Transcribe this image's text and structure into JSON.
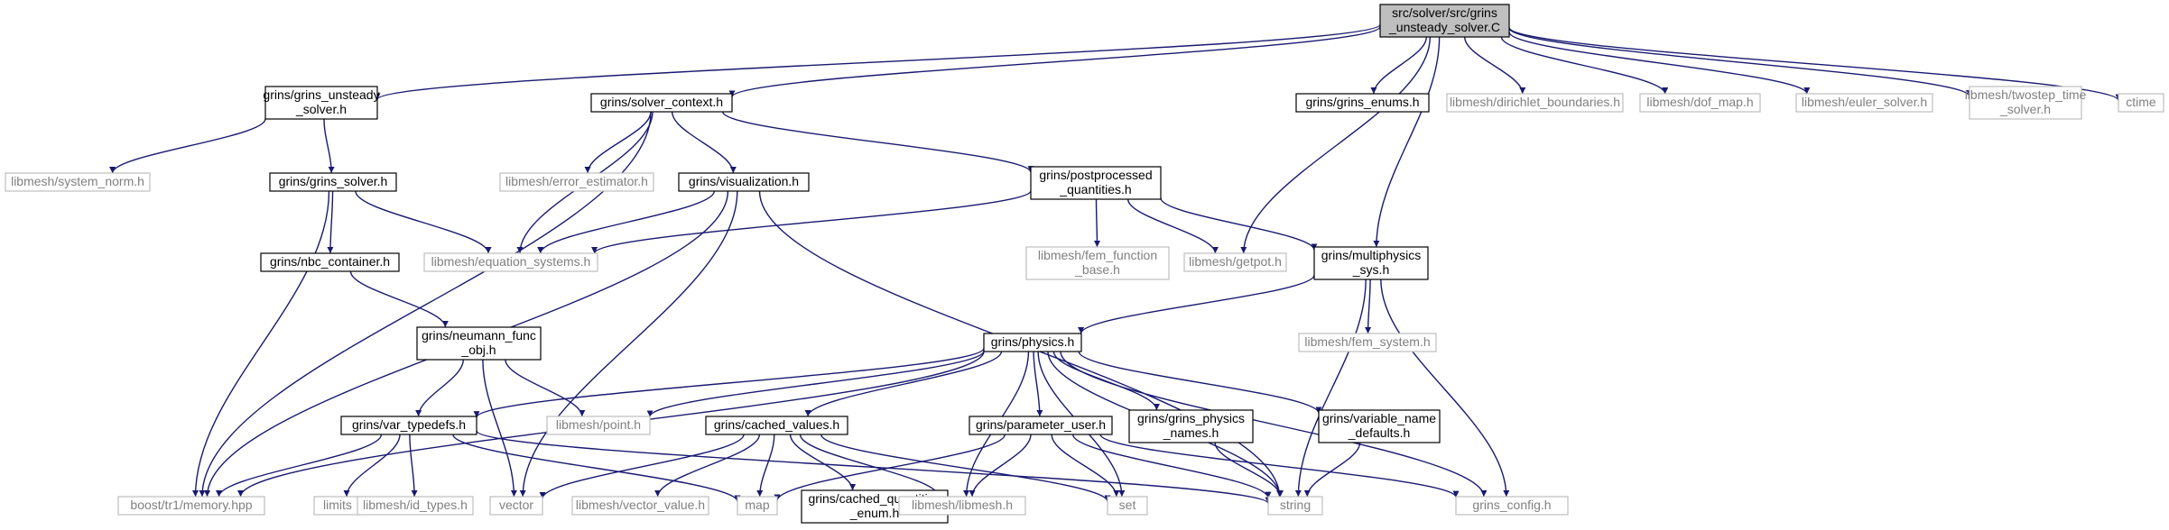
{
  "colors": {
    "edge": "#191970",
    "root_fill": "#bfbfbf",
    "documented_border": "#000000",
    "external_border": "#bfbfbf",
    "external_text": "#808080",
    "text": "#000000"
  },
  "nodes": [
    {
      "id": "root",
      "lines": [
        "src/solver/src/grins",
        "_unsteady_solver.C"
      ],
      "kind": "root"
    },
    {
      "id": "grins_unsteady_solver_h",
      "lines": [
        "grins/grins_unsteady",
        "_solver.h"
      ],
      "kind": "documented"
    },
    {
      "id": "solver_context_h",
      "lines": [
        "grins/solver_context.h"
      ],
      "kind": "documented"
    },
    {
      "id": "grins_enums_h",
      "lines": [
        "grins/grins_enums.h"
      ],
      "kind": "documented"
    },
    {
      "id": "dirichlet_boundaries_h",
      "lines": [
        "libmesh/dirichlet_boundaries.h"
      ],
      "kind": "external"
    },
    {
      "id": "dof_map_h",
      "lines": [
        "libmesh/dof_map.h"
      ],
      "kind": "external"
    },
    {
      "id": "euler_solver_h",
      "lines": [
        "libmesh/euler_solver.h"
      ],
      "kind": "external"
    },
    {
      "id": "twostep_time_solver_h",
      "lines": [
        "libmesh/twostep_time",
        "_solver.h"
      ],
      "kind": "external"
    },
    {
      "id": "ctime",
      "lines": [
        "ctime"
      ],
      "kind": "external"
    },
    {
      "id": "system_norm_h",
      "lines": [
        "libmesh/system_norm.h"
      ],
      "kind": "external"
    },
    {
      "id": "grins_solver_h",
      "lines": [
        "grins/grins_solver.h"
      ],
      "kind": "documented"
    },
    {
      "id": "error_estimator_h",
      "lines": [
        "libmesh/error_estimator.h"
      ],
      "kind": "external"
    },
    {
      "id": "visualization_h",
      "lines": [
        "grins/visualization.h"
      ],
      "kind": "documented"
    },
    {
      "id": "postprocessed_quantities_h",
      "lines": [
        "grins/postprocessed",
        "_quantities.h"
      ],
      "kind": "documented"
    },
    {
      "id": "nbc_container_h",
      "lines": [
        "grins/nbc_container.h"
      ],
      "kind": "documented"
    },
    {
      "id": "equation_systems_h",
      "lines": [
        "libmesh/equation_systems.h"
      ],
      "kind": "external"
    },
    {
      "id": "fem_function_base_h",
      "lines": [
        "libmesh/fem_function",
        "_base.h"
      ],
      "kind": "external"
    },
    {
      "id": "getpot_h",
      "lines": [
        "libmesh/getpot.h"
      ],
      "kind": "external"
    },
    {
      "id": "multiphysics_sys_h",
      "lines": [
        "grins/multiphysics",
        "_sys.h"
      ],
      "kind": "documented"
    },
    {
      "id": "neumann_func_obj_h",
      "lines": [
        "grins/neumann_func",
        "_obj.h"
      ],
      "kind": "documented"
    },
    {
      "id": "fem_system_h",
      "lines": [
        "libmesh/fem_system.h"
      ],
      "kind": "external"
    },
    {
      "id": "physics_h",
      "lines": [
        "grins/physics.h"
      ],
      "kind": "documented"
    },
    {
      "id": "var_typedefs_h",
      "lines": [
        "grins/var_typedefs.h"
      ],
      "kind": "documented"
    },
    {
      "id": "point_h",
      "lines": [
        "libmesh/point.h"
      ],
      "kind": "external"
    },
    {
      "id": "cached_values_h",
      "lines": [
        "grins/cached_values.h"
      ],
      "kind": "documented"
    },
    {
      "id": "parameter_user_h",
      "lines": [
        "grins/parameter_user.h"
      ],
      "kind": "documented"
    },
    {
      "id": "grins_physics_names_h",
      "lines": [
        "grins/grins_physics",
        "_names.h"
      ],
      "kind": "documented"
    },
    {
      "id": "variable_name_defaults_h",
      "lines": [
        "grins/variable_name",
        "_defaults.h"
      ],
      "kind": "documented"
    },
    {
      "id": "boost_memory_hpp",
      "lines": [
        "boost/tr1/memory.hpp"
      ],
      "kind": "external"
    },
    {
      "id": "limits",
      "lines": [
        "limits"
      ],
      "kind": "external"
    },
    {
      "id": "id_types_h",
      "lines": [
        "libmesh/id_types.h"
      ],
      "kind": "external"
    },
    {
      "id": "vector",
      "lines": [
        "vector"
      ],
      "kind": "external"
    },
    {
      "id": "vector_value_h",
      "lines": [
        "libmesh/vector_value.h"
      ],
      "kind": "external"
    },
    {
      "id": "map",
      "lines": [
        "map"
      ],
      "kind": "external"
    },
    {
      "id": "cached_quantities_enum_h",
      "lines": [
        "grins/cached_quantities",
        "_enum.h"
      ],
      "kind": "documented"
    },
    {
      "id": "libmesh_h",
      "lines": [
        "libmesh/libmesh.h"
      ],
      "kind": "external"
    },
    {
      "id": "set",
      "lines": [
        "set"
      ],
      "kind": "external"
    },
    {
      "id": "string",
      "lines": [
        "string"
      ],
      "kind": "external"
    },
    {
      "id": "grins_config_h",
      "lines": [
        "grins_config.h"
      ],
      "kind": "external"
    }
  ],
  "edges": [
    [
      "root",
      "grins_unsteady_solver_h"
    ],
    [
      "root",
      "solver_context_h"
    ],
    [
      "root",
      "grins_enums_h"
    ],
    [
      "root",
      "dirichlet_boundaries_h"
    ],
    [
      "root",
      "dof_map_h"
    ],
    [
      "root",
      "euler_solver_h"
    ],
    [
      "root",
      "twostep_time_solver_h"
    ],
    [
      "root",
      "ctime"
    ],
    [
      "root",
      "getpot_h"
    ],
    [
      "root",
      "multiphysics_sys_h"
    ],
    [
      "grins_unsteady_solver_h",
      "system_norm_h"
    ],
    [
      "grins_unsteady_solver_h",
      "grins_solver_h"
    ],
    [
      "solver_context_h",
      "boost_memory_hpp"
    ],
    [
      "solver_context_h",
      "equation_systems_h"
    ],
    [
      "solver_context_h",
      "error_estimator_h"
    ],
    [
      "solver_context_h",
      "visualization_h"
    ],
    [
      "solver_context_h",
      "postprocessed_quantities_h"
    ],
    [
      "grins_solver_h",
      "nbc_container_h"
    ],
    [
      "grins_solver_h",
      "equation_systems_h"
    ],
    [
      "grins_solver_h",
      "boost_memory_hpp"
    ],
    [
      "visualization_h",
      "equation_systems_h"
    ],
    [
      "visualization_h",
      "boost_memory_hpp"
    ],
    [
      "visualization_h",
      "vector"
    ],
    [
      "visualization_h",
      "string"
    ],
    [
      "postprocessed_quantities_h",
      "equation_systems_h"
    ],
    [
      "postprocessed_quantities_h",
      "fem_function_base_h"
    ],
    [
      "postprocessed_quantities_h",
      "getpot_h"
    ],
    [
      "postprocessed_quantities_h",
      "multiphysics_sys_h"
    ],
    [
      "nbc_container_h",
      "neumann_func_obj_h"
    ],
    [
      "multiphysics_sys_h",
      "physics_h"
    ],
    [
      "multiphysics_sys_h",
      "fem_system_h"
    ],
    [
      "multiphysics_sys_h",
      "string"
    ],
    [
      "multiphysics_sys_h",
      "grins_config_h"
    ],
    [
      "neumann_func_obj_h",
      "var_typedefs_h"
    ],
    [
      "neumann_func_obj_h",
      "point_h"
    ],
    [
      "neumann_func_obj_h",
      "vector"
    ],
    [
      "physics_h",
      "var_typedefs_h"
    ],
    [
      "physics_h",
      "point_h"
    ],
    [
      "physics_h",
      "cached_values_h"
    ],
    [
      "physics_h",
      "parameter_user_h"
    ],
    [
      "physics_h",
      "grins_physics_names_h"
    ],
    [
      "physics_h",
      "variable_name_defaults_h"
    ],
    [
      "physics_h",
      "libmesh_h"
    ],
    [
      "physics_h",
      "set"
    ],
    [
      "physics_h",
      "string"
    ],
    [
      "physics_h",
      "grins_config_h"
    ],
    [
      "physics_h",
      "boost_memory_hpp"
    ],
    [
      "var_typedefs_h",
      "boost_memory_hpp"
    ],
    [
      "var_typedefs_h",
      "limits"
    ],
    [
      "var_typedefs_h",
      "id_types_h"
    ],
    [
      "var_typedefs_h",
      "map"
    ],
    [
      "var_typedefs_h",
      "string"
    ],
    [
      "cached_values_h",
      "vector"
    ],
    [
      "cached_values_h",
      "vector_value_h"
    ],
    [
      "cached_values_h",
      "map"
    ],
    [
      "cached_values_h",
      "cached_quantities_enum_h"
    ],
    [
      "cached_values_h",
      "libmesh_h"
    ],
    [
      "cached_values_h",
      "set"
    ],
    [
      "parameter_user_h",
      "map"
    ],
    [
      "parameter_user_h",
      "libmesh_h"
    ],
    [
      "parameter_user_h",
      "set"
    ],
    [
      "parameter_user_h",
      "string"
    ],
    [
      "parameter_user_h",
      "grins_config_h"
    ],
    [
      "grins_physics_names_h",
      "string"
    ],
    [
      "variable_name_defaults_h",
      "string"
    ]
  ]
}
